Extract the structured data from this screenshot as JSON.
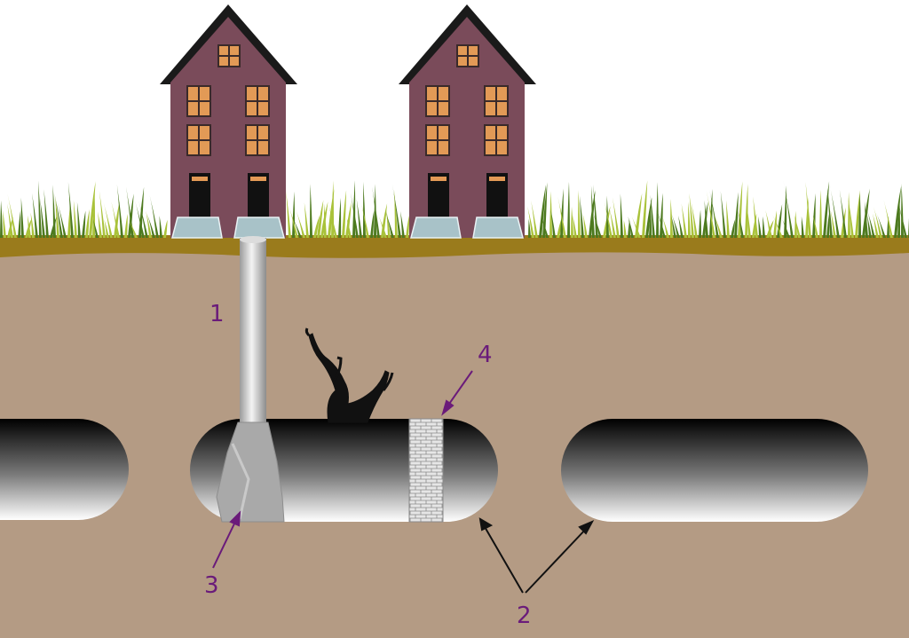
{
  "labels": {
    "one": "1",
    "two": "2",
    "three": "3",
    "four": "4"
  },
  "colors": {
    "sky": "#ffffff",
    "soil": "#b49b84",
    "soil_edge": "#7f6a2a",
    "topsoil": "#9a7b1c",
    "grass_dark": "#4d7a1f",
    "grass_light": "#a9c23a",
    "house_wall": "#7a4b5a",
    "house_roof": "#1a1a1a",
    "window": "#e29a56",
    "door": "#111111",
    "steps": "#a8c2c8",
    "label_purple": "#6a1b7a",
    "arrow_black": "#111111",
    "brick": "#d8d8d8"
  },
  "icons": [
    "house-icon",
    "tree-root-icon",
    "pipe-icon",
    "brick-wall-icon",
    "arrow-icon"
  ]
}
